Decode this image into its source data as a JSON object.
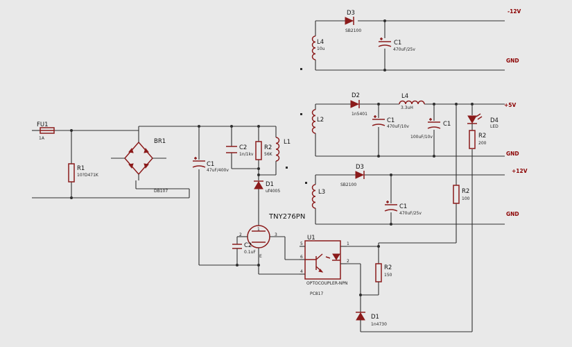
{
  "rails": {
    "neg12": "-12V",
    "gnd1": "GND",
    "p5": "+5V",
    "gnd2": "GND",
    "p12": "+12V",
    "gnd3": "GND"
  },
  "parts": {
    "fu1": {
      "ref": "FU1",
      "val": "1A"
    },
    "r1": {
      "ref": "R1",
      "val": "10?D471K"
    },
    "br1": {
      "ref": "BR1",
      "val": "DB107"
    },
    "c1m": {
      "ref": "C1",
      "val": "47uF/400v"
    },
    "c2m": {
      "ref": "C2",
      "val": "1n/1kv"
    },
    "r2m": {
      "ref": "R2",
      "val": "56K"
    },
    "l1": {
      "ref": "L1"
    },
    "d1m": {
      "ref": "D1",
      "val": "uf4005"
    },
    "ic": {
      "name": "TNY276PN",
      "e": "E"
    },
    "c2b": {
      "ref": "C2",
      "val": "0.1uF"
    },
    "u1": {
      "ref": "U1",
      "val": "OPTOCOUPLER-NPN",
      "part": "PC817"
    },
    "r2b": {
      "ref": "R2",
      "val": "150"
    },
    "d1b": {
      "ref": "D1",
      "val": "1n4730"
    },
    "d3t": {
      "ref": "D3",
      "val": "SB2100"
    },
    "l4t": {
      "ref": "L4",
      "val": "10u"
    },
    "c1t": {
      "ref": "C1",
      "val": "470uF/25v"
    },
    "d2": {
      "ref": "D2",
      "val": "1n5401"
    },
    "l4m": {
      "ref": "L4",
      "val": "3.3uH"
    },
    "l2": {
      "ref": "L2"
    },
    "c1a": {
      "ref": "C1",
      "val": "470uF/10v"
    },
    "c1b": {
      "ref": "C1",
      "val": "100uF/10v"
    },
    "d4": {
      "ref": "D4",
      "val": "LED"
    },
    "r2c": {
      "ref": "R2",
      "val": "200"
    },
    "d3m": {
      "ref": "D3",
      "val": "SB2100"
    },
    "l3": {
      "ref": "L3"
    },
    "c1c": {
      "ref": "C1",
      "val": "470uF/25v"
    },
    "r2d": {
      "ref": "R2",
      "val": "100"
    }
  },
  "pins": {
    "p1": "1",
    "p2": "2",
    "p3": "3",
    "p4": "4",
    "p5": "5",
    "p6": "6",
    "q1": "1",
    "q2": "2"
  }
}
